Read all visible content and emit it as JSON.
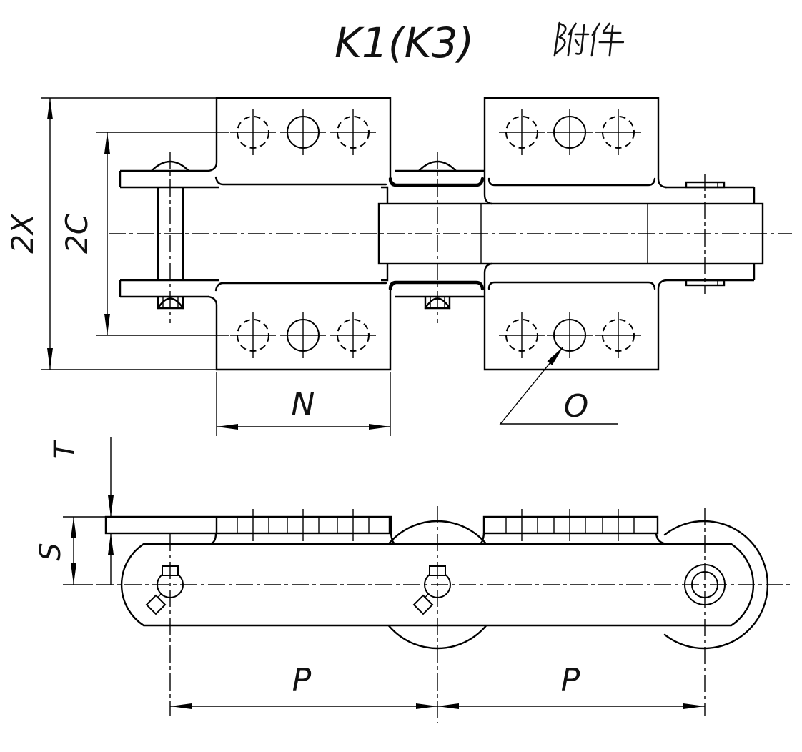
{
  "title": {
    "full": "K1(K3)附件",
    "latin": "K1(K3)",
    "cjk": "附件"
  },
  "dimensions": {
    "overall_width": "2X",
    "hole_row_span": "2C",
    "plate_length": "N",
    "hole_callout": "O",
    "pitch_left": "P",
    "pitch_right": "P",
    "plate_thickness": "T",
    "attachment_height": "S"
  },
  "style": {
    "line_color": "#000000",
    "background_color": "#ffffff"
  }
}
